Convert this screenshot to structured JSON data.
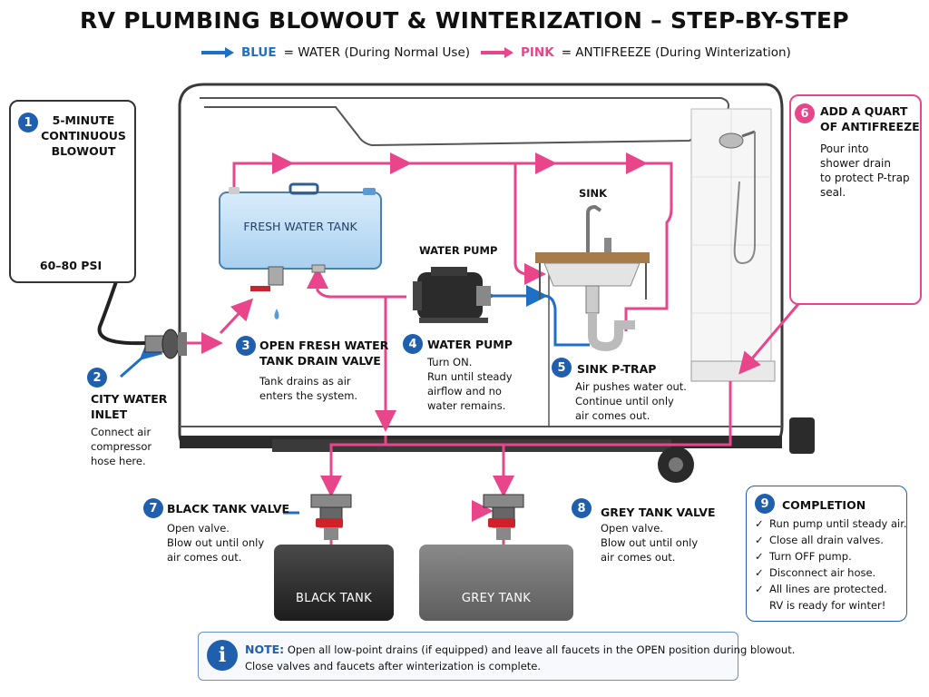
{
  "title": "RV PLUMBING BLOWOUT & WINTERIZATION – STEP-BY-STEP",
  "legend": {
    "blue_key": "BLUE",
    "blue_text": "= WATER (During Normal Use)",
    "pink_key": "PINK",
    "pink_text": "= ANTIFREEZE (During Winterization)",
    "colors": {
      "water": "#1f6fc6",
      "antifreeze": "#e8458b"
    }
  },
  "steps": {
    "s1": {
      "num": "1",
      "title_lines": [
        "5-MINUTE",
        "CONTINUOUS",
        "BLOWOUT"
      ],
      "psi": "60–80 PSI"
    },
    "s2": {
      "num": "2",
      "title_lines": [
        "CITY WATER",
        "INLET"
      ],
      "text_lines": [
        "Connect air",
        "compressor",
        "hose here."
      ]
    },
    "s3": {
      "num": "3",
      "title_lines": [
        "OPEN FRESH WATER",
        "TANK DRAIN VALVE"
      ],
      "text_lines": [
        "Tank drains as air",
        "enters the system."
      ]
    },
    "s4": {
      "num": "4",
      "title": "WATER PUMP",
      "text_lines": [
        "Turn ON.",
        "Run until steady",
        "airflow and no",
        "water remains."
      ]
    },
    "s5": {
      "num": "5",
      "title": "SINK P-TRAP",
      "text_lines": [
        "Air pushes water out.",
        "Continue until only",
        "air comes out."
      ]
    },
    "s6": {
      "num": "6",
      "title_lines": [
        "ADD A QUART",
        "OF ANTIFREEZE"
      ],
      "text_lines": [
        "Pour into",
        "shower drain",
        "to protect P-trap",
        "seal."
      ]
    },
    "s7": {
      "num": "7",
      "title": "BLACK TANK VALVE",
      "text_lines": [
        "Open valve.",
        "Blow out until only",
        "air comes out."
      ]
    },
    "s8": {
      "num": "8",
      "title": "GREY TANK VALVE",
      "text_lines": [
        "Open valve.",
        "Blow out until only",
        "air comes out."
      ]
    },
    "s9": {
      "num": "9",
      "title": "COMPLETION",
      "items": [
        "Run pump until steady air.",
        "Close all drain valves.",
        "Turn OFF pump.",
        "Disconnect air hose.",
        "All lines are protected."
      ],
      "final": "RV is ready for winter!"
    }
  },
  "labels": {
    "fresh_tank": "FRESH WATER TANK",
    "water_pump": "WATER PUMP",
    "sink": "SINK",
    "black_tank": "BLACK TANK",
    "grey_tank": "GREY TANK"
  },
  "note": {
    "icon": "info-icon",
    "label": "NOTE:",
    "line1": "Open all low-point drains (if equipped) and leave all faucets in the OPEN position during blowout.",
    "line2": "Close valves and faucets after winterization is complete."
  }
}
